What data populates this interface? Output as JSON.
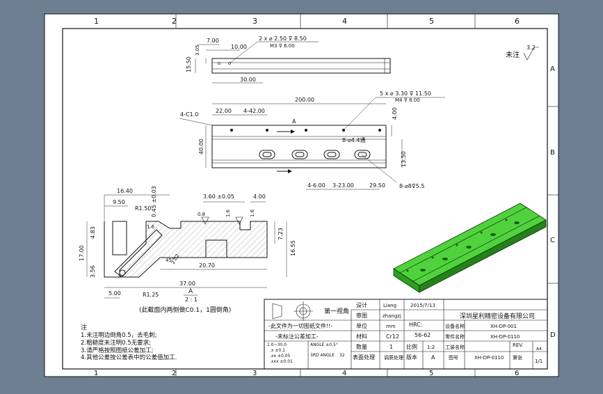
{
  "zones": {
    "top": [
      "1",
      "2",
      "3",
      "4",
      "5",
      "6"
    ],
    "side": [
      "A",
      "B",
      "C",
      "D"
    ],
    "bottom": [
      "1",
      "2",
      "3",
      "4",
      "5",
      "6"
    ]
  },
  "surface_note": {
    "label": "未注",
    "value": "3.2"
  },
  "top_view": {
    "dims": [
      "7.00",
      "10.00",
      "3.05",
      "15.50",
      "30.00"
    ],
    "hole_note": [
      "2 x ⌀ 2.50 ⊽ 8.50",
      "M3 ⊽ 6.00"
    ]
  },
  "front_view": {
    "dims": [
      "200.00",
      "4-C1.0",
      "22.00",
      "4-42.00",
      "40.00",
      "4.00",
      "13.50",
      "4-6.00",
      "3-23.00",
      "29.50"
    ],
    "hole_note": [
      "5 x ⌀ 3.30 ⊽ 11.50",
      "M4 ⊽ 8.00"
    ],
    "labels": [
      "8-⌀4.4通",
      "8-⌀8⊽5.5",
      "A"
    ]
  },
  "section_view": {
    "dims": [
      "16.40",
      "9.50",
      "R1.50",
      "0.45 ±0.03",
      "3.60 ±0.05",
      "4.00",
      "0.8",
      "1.6",
      "1.6",
      "4.83",
      "17.00",
      "3.56",
      "5.00",
      "R1.25",
      "20.70",
      "37.00",
      "7.23",
      "16.55",
      "45°",
      "2.02",
      "1.6"
    ],
    "view_label": "A",
    "scale": "2 : 1",
    "caption": "(此截面内两侧做C0.1，1圆倒角)"
  },
  "notes": {
    "heading": "注",
    "items": [
      "1.未注明边倒角0.5，去毛刺;",
      "2.粗糙度未注明0.5无要求;",
      "3.请严格按照图纸公差加工;",
      "4.其他公差按公差表中的公差值加工."
    ]
  },
  "title_block": {
    "projection": "第一视角",
    "warning_1": "-此文件为一切图纸文件!!-",
    "warning_2": "-未标注公差加工-",
    "tol_header": "1.0~30.0",
    "tol_header_2": "ANGLE ±0.5°",
    "tol_rows": [
      ".x  ±0.1",
      ".xx ±0.05",
      ".xxx ±0.01"
    ],
    "third_angle": "3RD ANGLE",
    "units_note": "32",
    "designer_label": "设计",
    "designer": "Liang",
    "date": "2015/7/13",
    "checker_label": "审图",
    "checker": "zhangzj",
    "company": "深圳星利精密设备有限公司",
    "unit_label": "单位",
    "unit": "mm",
    "hardness_label": "HRC:",
    "hardness": "56-62",
    "device_name_label": "设备名称",
    "device_name": "XH-DP-001",
    "material_label": "材料",
    "material": "Cr12",
    "part_name_label": "零件名称",
    "part_name": "XH-DP-0110",
    "qty_label": "数量",
    "qty": "1",
    "scale_label": "比例",
    "scale": "1:2",
    "process_label": "工装名称",
    "rev_label": "REV.",
    "rev": "A4",
    "surface_label": "表面处理",
    "surface": "调质处理",
    "version_label": "版本",
    "version": "A",
    "drawing_no_label": "图号",
    "drawing_no": "XH-DP-0110",
    "sheet_label": "第张",
    "sheet": "1/1"
  },
  "colors": {
    "background": "#6f7f92",
    "paper": "#ffffff",
    "model_green": "#3fc52e",
    "model_dark": "#1e6d14"
  }
}
